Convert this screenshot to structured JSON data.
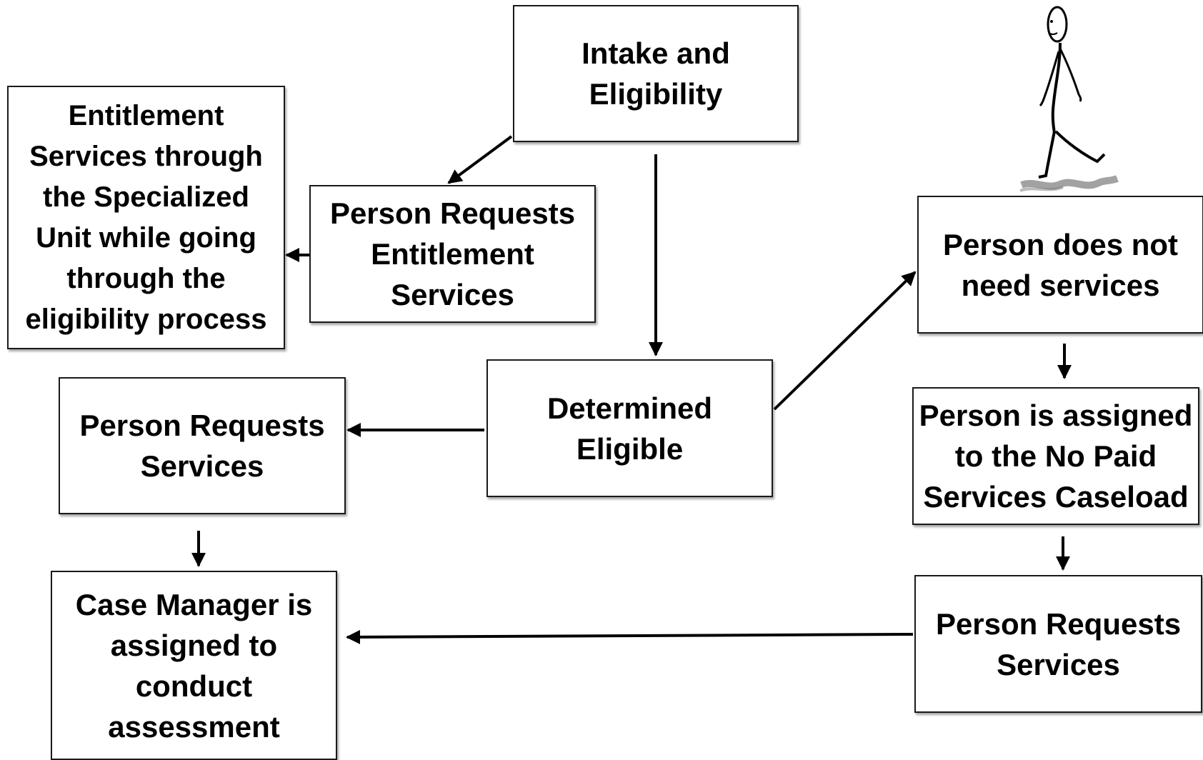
{
  "boxes": {
    "intake": "Intake and\nEligibility",
    "entitlement_unit": "Entitlement\nServices through\nthe Specialized\nUnit while going\nthrough the\neligibility process",
    "requests_entitlement": "Person Requests\nEntitlement\nServices",
    "determined_eligible": "Determined\nEligible",
    "requests_services_left": "Person Requests\nServices",
    "case_manager": "Case Manager is\nassigned to\nconduct\nassessment",
    "does_not_need": "Person does not\nneed services",
    "no_paid_caseload": "Person is assigned\nto the No Paid\nServices Caseload",
    "requests_services_right": "Person Requests\nServices"
  },
  "icons": {
    "walker": "walking-stick-figure-icon"
  },
  "colors": {
    "stroke": "#000000",
    "box_fill": "#ffffff",
    "text": "#000000"
  }
}
